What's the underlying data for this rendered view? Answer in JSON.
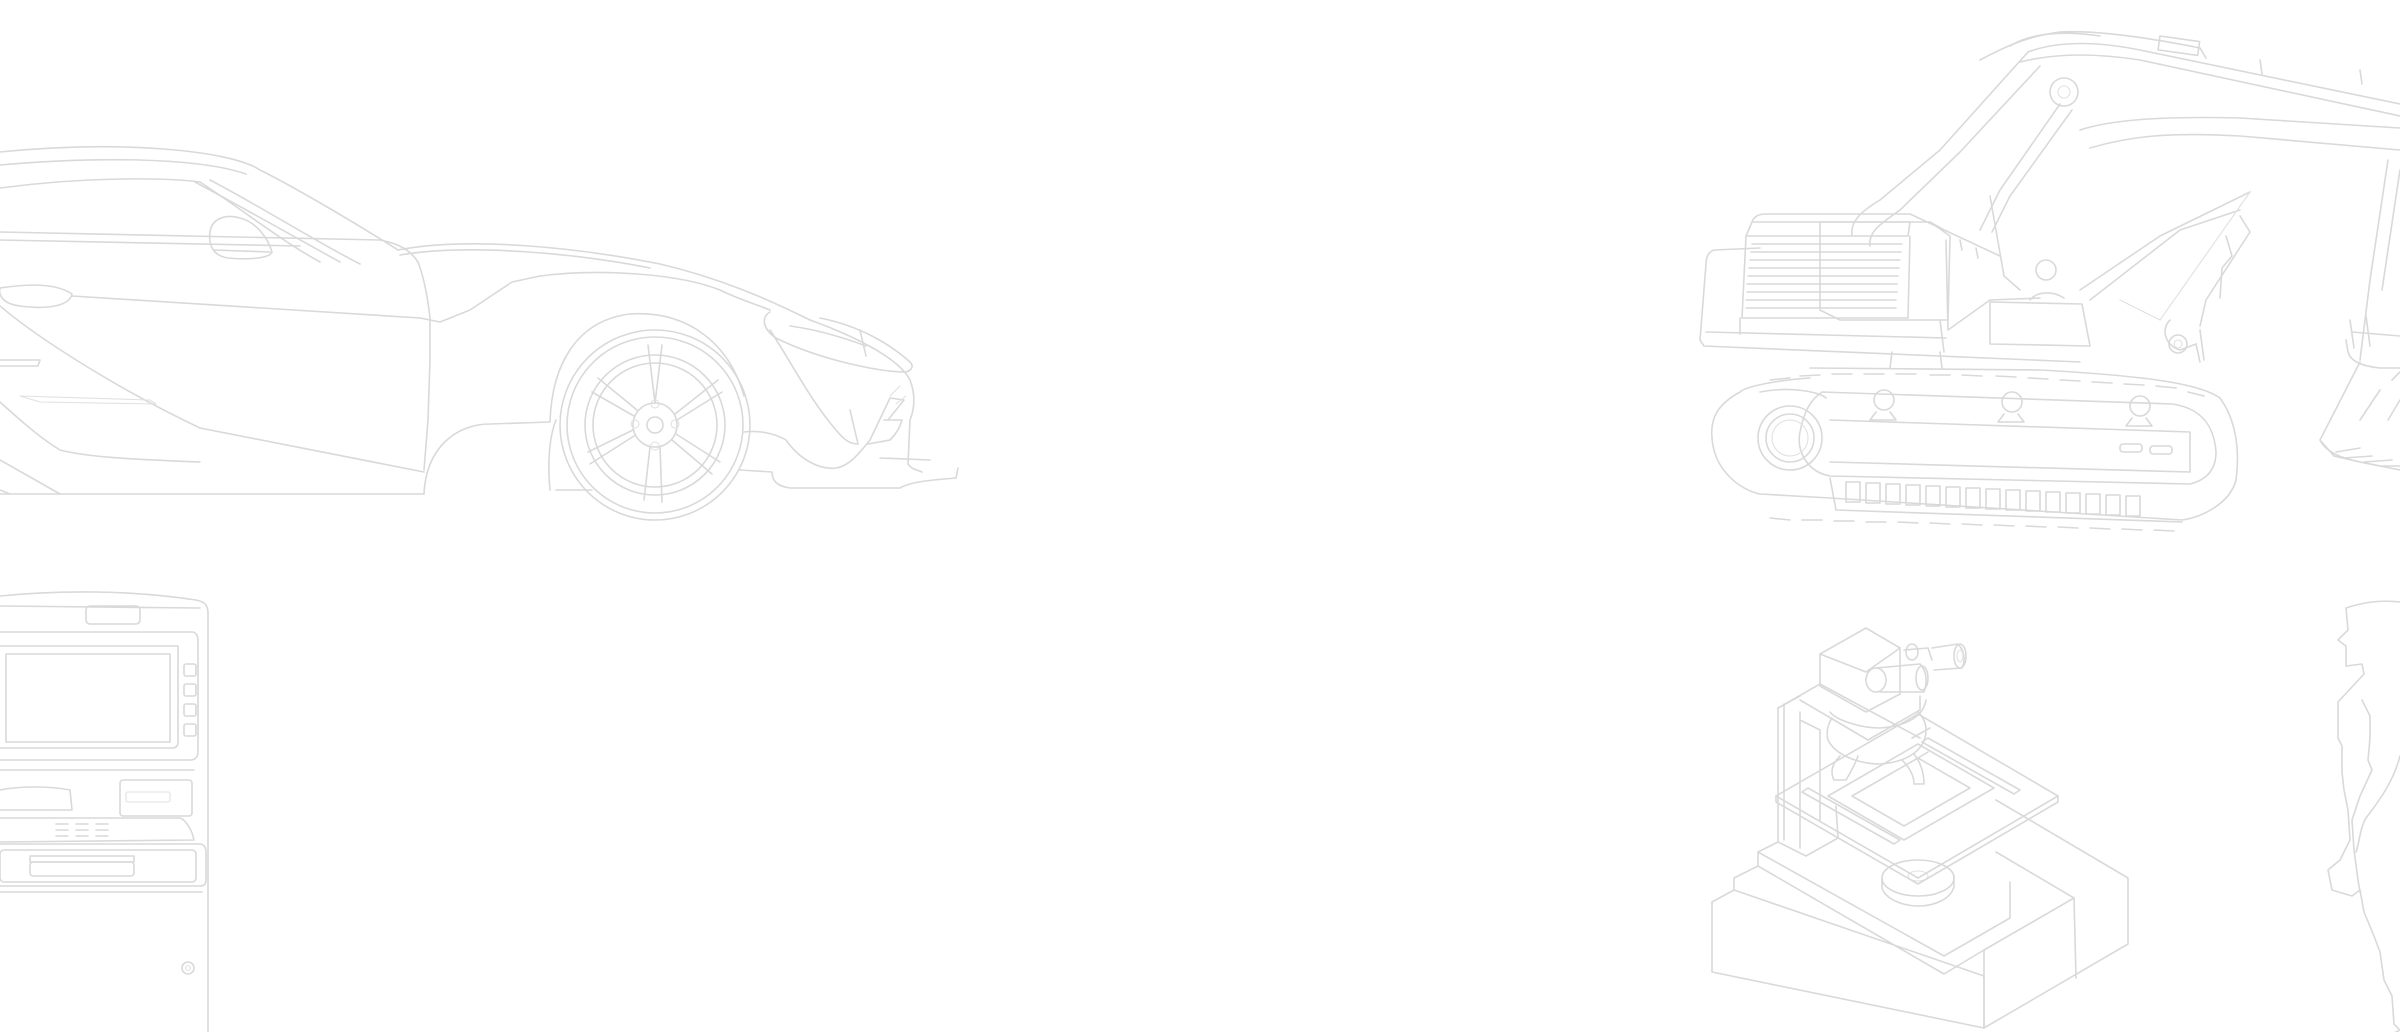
{
  "colors": {
    "background": "#ffffff",
    "line_art": "#d9d9d9"
  },
  "illustrations": [
    {
      "name": "sports-car-illustration"
    },
    {
      "name": "excavator-illustration"
    },
    {
      "name": "atm-illustration"
    },
    {
      "name": "measurement-instrument-illustration"
    },
    {
      "name": "human-silhouette-illustration"
    }
  ]
}
